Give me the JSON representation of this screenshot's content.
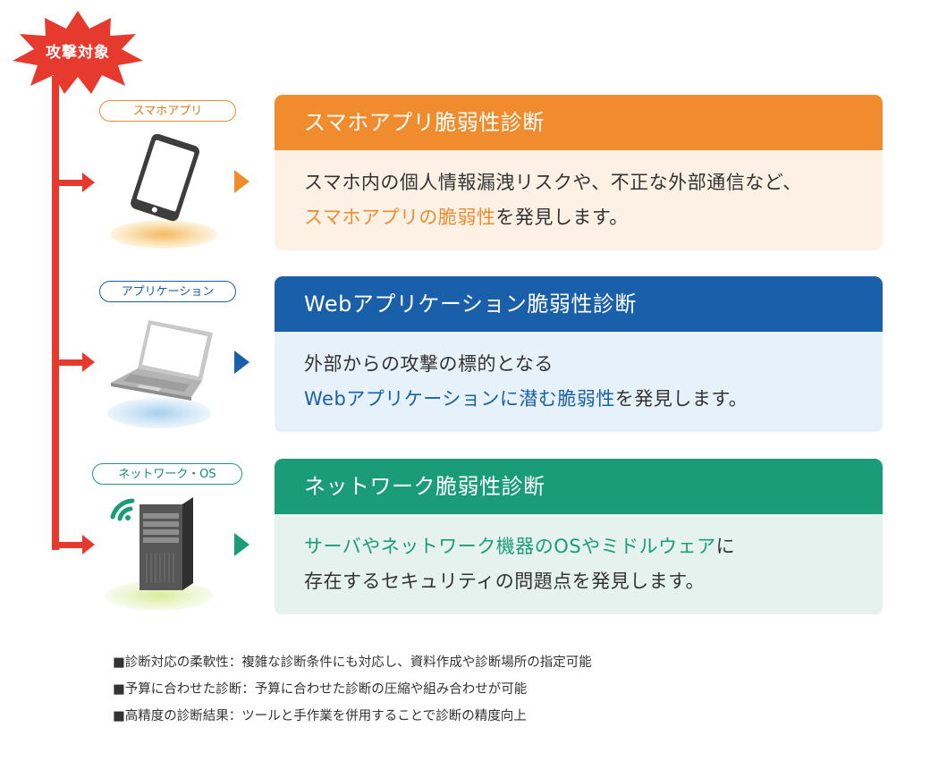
{
  "badge": "攻撃対象",
  "colors": {
    "red": "#e63a2e",
    "orange": "#f08c2e",
    "blue": "#1a5faa",
    "green": "#1a9c78"
  },
  "sections": [
    {
      "tag": "スマホアプリ",
      "icon": "smartphone-icon",
      "title": "スマホアプリ脆弱性診断",
      "line1": "スマホ内の個人情報漏洩リスクや、不正な外部通信など、",
      "line2_highlight": "スマホアプリの脆弱性",
      "line2_rest": "を発見します。"
    },
    {
      "tag": "アプリケーション",
      "icon": "laptop-icon",
      "title": "Webアプリケーション脆弱性診断",
      "line1": "外部からの攻撃の標的となる",
      "line2_highlight": "Webアプリケーションに潜む脆弱性",
      "line2_rest": "を発見します。"
    },
    {
      "tag": "ネットワーク・OS",
      "icon": "server-icon",
      "title": "ネットワーク脆弱性診断",
      "line1_highlight": "サーバやネットワーク機器のOSやミドルウェア",
      "line1_rest": "に",
      "line2": "存在するセキュリティの問題点を発見します。"
    }
  ],
  "notes": [
    "■診断対応の柔軟性：複雑な診断条件にも対応し、資料作成や診断場所の指定可能",
    "■予算に合わせた診断：予算に合わせた診断の圧縮や組み合わせが可能",
    "■高精度の診断結果：ツールと手作業を併用することで診断の精度向上"
  ]
}
